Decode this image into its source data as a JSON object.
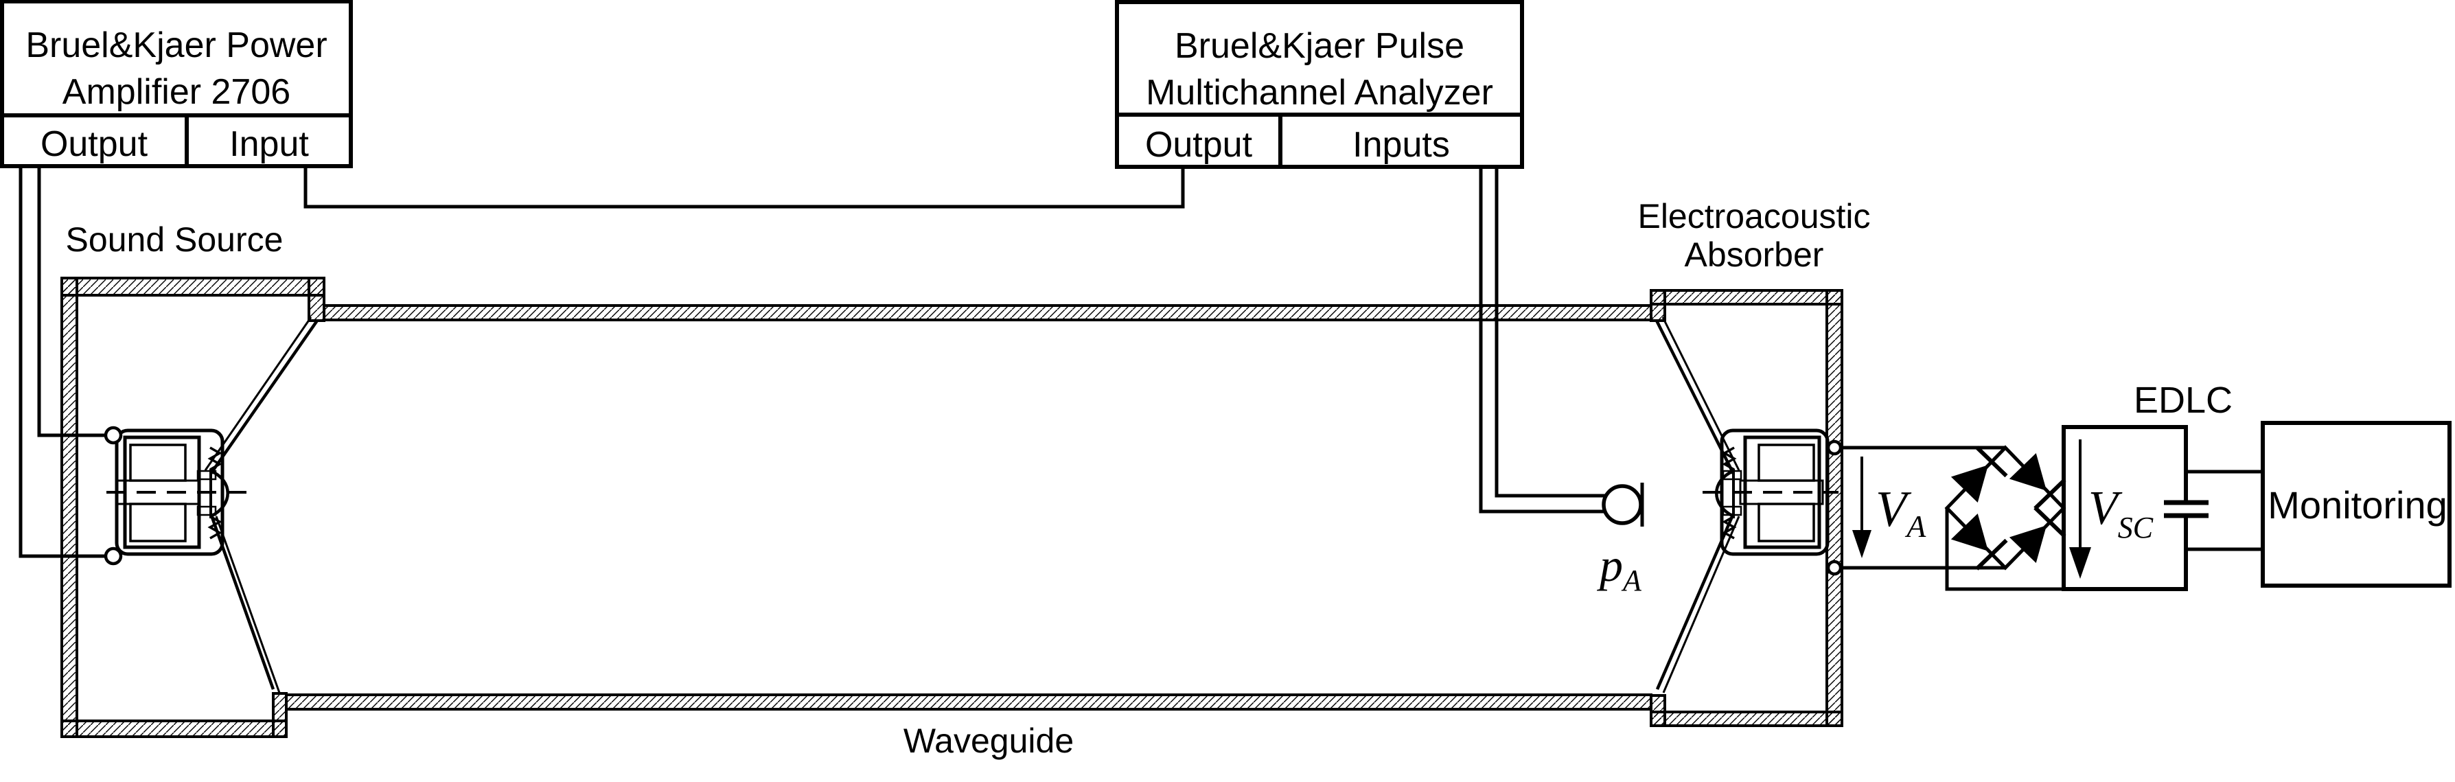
{
  "diagram": {
    "ink_color": "#000000",
    "bg_color": "#ffffff",
    "amplifier": {
      "title_line1": "Bruel&Kjaer Power",
      "title_line2": "Amplifier 2706",
      "port_output": "Output",
      "port_input": "Input"
    },
    "analyzer": {
      "title_line1": "Bruel&Kjaer Pulse",
      "title_line2": "Multichannel Analyzer",
      "port_output": "Output",
      "port_inputs": "Inputs"
    },
    "sound_source_label": "Sound Source",
    "absorber_label_line1": "Electroacoustic",
    "absorber_label_line2": "Absorber",
    "waveguide_label": "Waveguide",
    "edlc_label": "EDLC",
    "monitoring_label": "Monitoring",
    "mic_pressure": {
      "base": "p",
      "sub": "A"
    },
    "absorber_voltage": {
      "base": "V",
      "sub": "A"
    },
    "supercap_voltage": {
      "base": "V",
      "sub": "SC"
    }
  }
}
